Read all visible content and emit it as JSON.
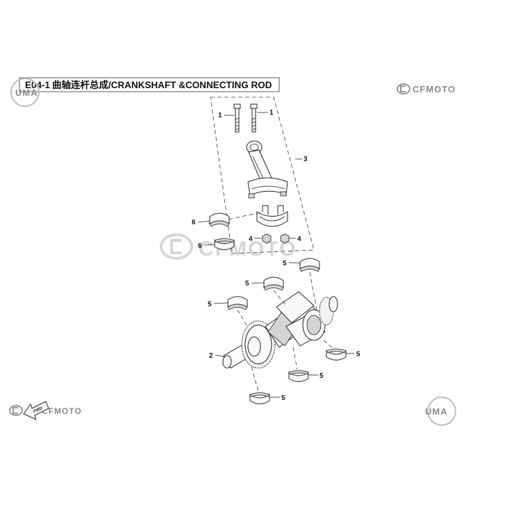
{
  "header": {
    "code": "E04-1",
    "title": "曲轴连杆总成/CRANKSHAFT &CONNECTING ROD"
  },
  "logos": {
    "brand_top_right": "CFMOTO",
    "brand_bottom_left": "CFMOTO",
    "watermark_center": "CFMOTO",
    "uma_top_left": "UMA",
    "uma_bottom_right": "UMA",
    "front_arrow": "FWD"
  },
  "callouts": {
    "bolt_left": "1",
    "bolt_right": "1",
    "crankshaft": "2",
    "connecting_rod": "3",
    "nut_left": "4",
    "nut_right": "4",
    "bearing_a": "5",
    "bearing_b": "5",
    "bearing_c": "5",
    "bearing_d": "5",
    "bearing_e": "5",
    "bearing_f": "5",
    "rod_bearing_upper": "6",
    "rod_bearing_lower": "6"
  },
  "colors": {
    "line": "#222222",
    "logo_gray": "#8a8a8a",
    "watermark_gray": "#d0d0d0"
  }
}
